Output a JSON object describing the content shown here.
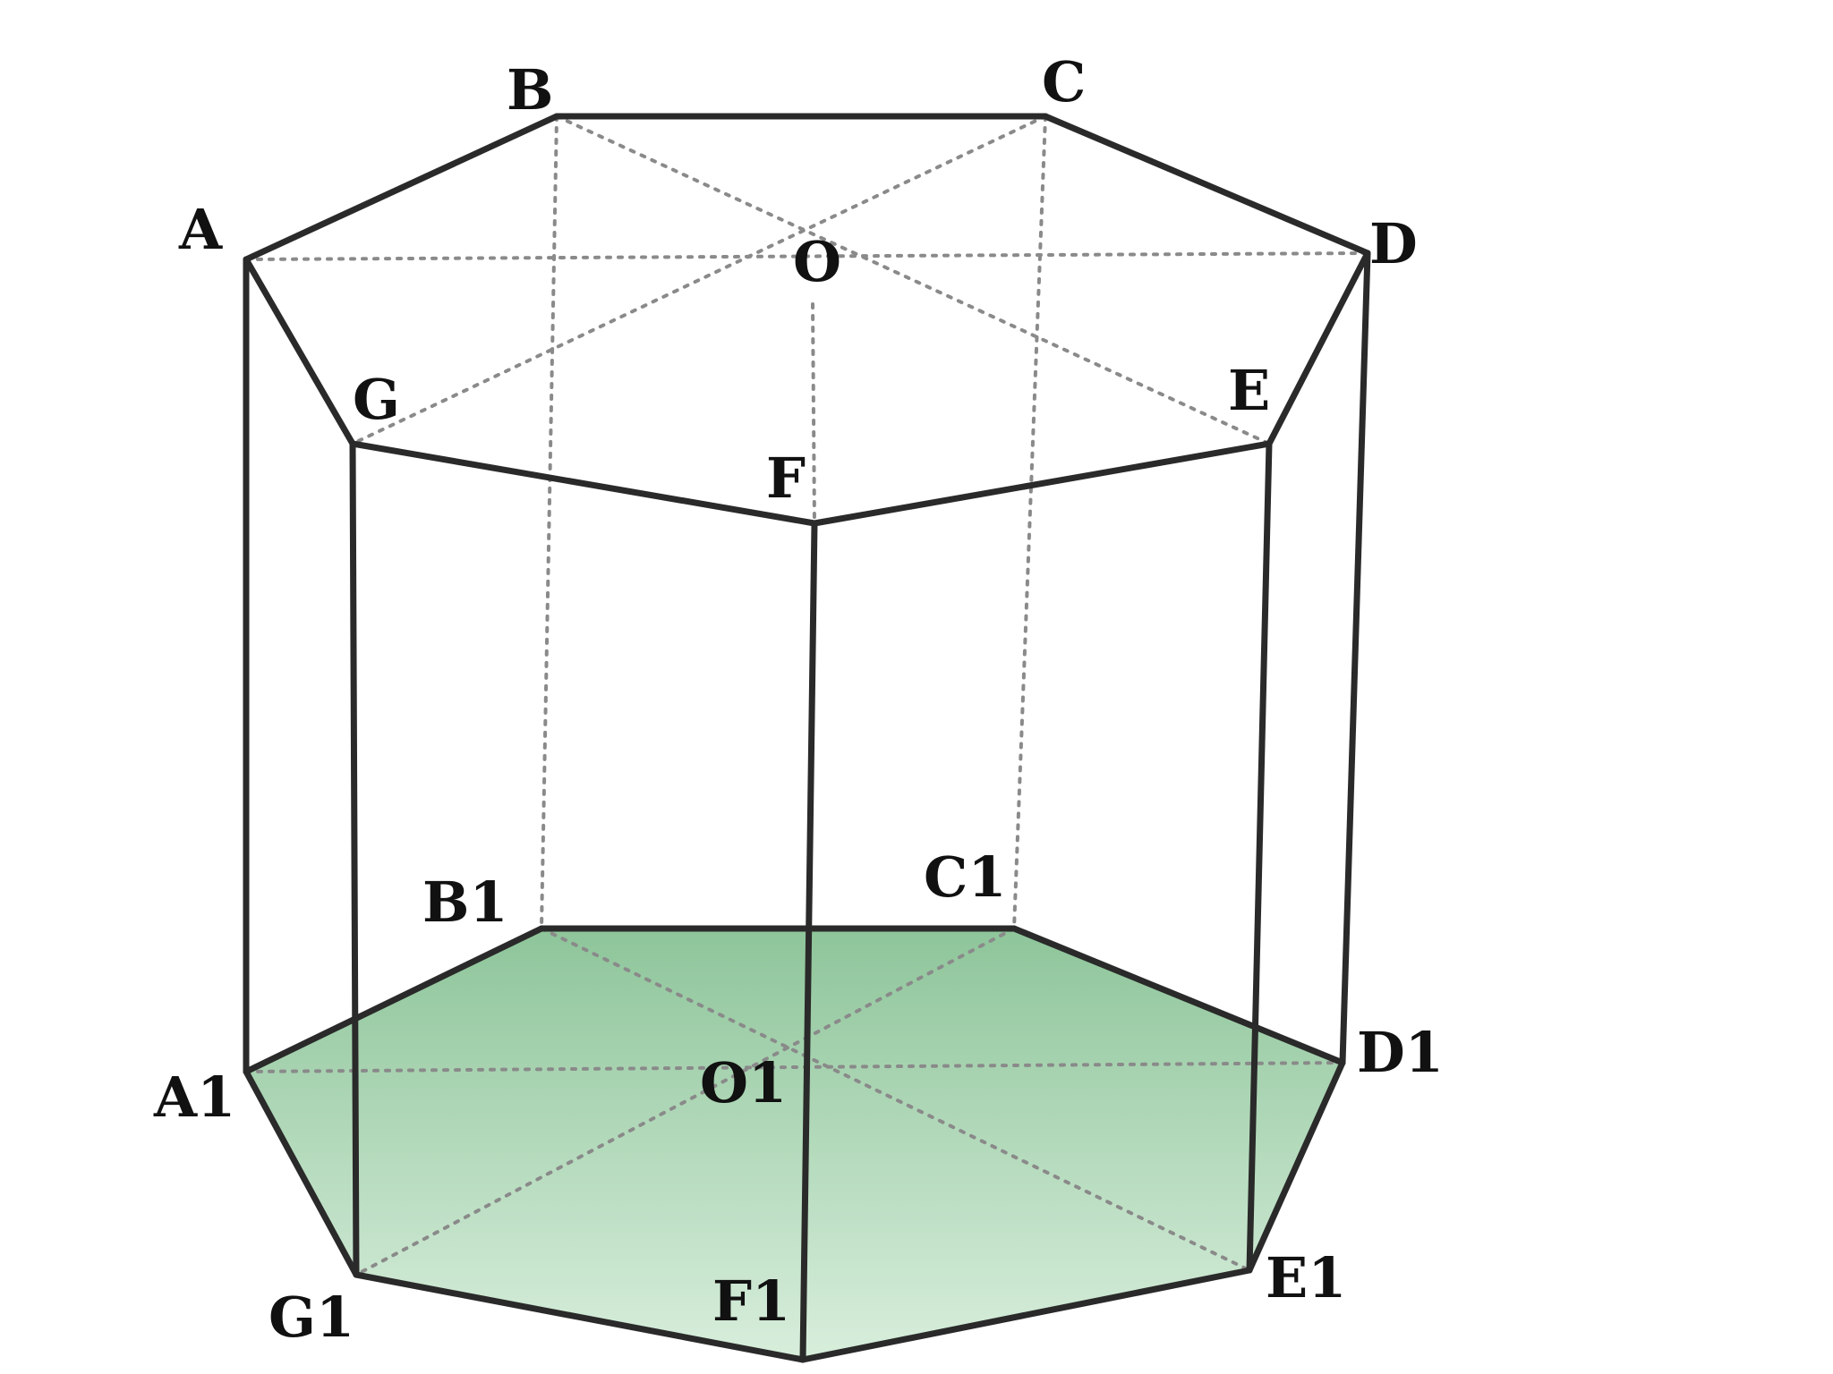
{
  "diagram": {
    "type": "heptagonal-prism",
    "colors": {
      "edge": "#2a2a2a",
      "hidden_edge": "#8a8a8a",
      "base_fill_top": "#8ec59a",
      "base_fill_bottom": "#d8eedc",
      "label": "#111111",
      "background": "#ffffff"
    },
    "labels": {
      "A": "A",
      "B": "B",
      "C": "C",
      "D": "D",
      "E": "E",
      "F": "F",
      "G": "G",
      "O": "O",
      "A1": "A1",
      "B1": "B1",
      "C1": "C1",
      "D1": "D1",
      "E1": "E1",
      "F1": "F1",
      "G1": "G1",
      "O1": "O1"
    },
    "visible_edges": [
      [
        "A",
        "B"
      ],
      [
        "B",
        "C"
      ],
      [
        "C",
        "D"
      ],
      [
        "D",
        "E"
      ],
      [
        "E",
        "F"
      ],
      [
        "F",
        "G"
      ],
      [
        "G",
        "A"
      ],
      [
        "A",
        "A1"
      ],
      [
        "G",
        "G1"
      ],
      [
        "F",
        "F1"
      ],
      [
        "E",
        "E1"
      ],
      [
        "D",
        "D1"
      ],
      [
        "A1",
        "B1"
      ],
      [
        "B1",
        "C1"
      ],
      [
        "C1",
        "D1"
      ],
      [
        "D1",
        "E1"
      ],
      [
        "E1",
        "F1"
      ],
      [
        "F1",
        "G1"
      ],
      [
        "G1",
        "A1"
      ]
    ],
    "hidden_edges": [
      [
        "B",
        "B1"
      ],
      [
        "C",
        "C1"
      ],
      [
        "A",
        "D"
      ],
      [
        "B",
        "E"
      ],
      [
        "C",
        "G"
      ],
      [
        "O",
        "F"
      ],
      [
        "A1",
        "D1"
      ],
      [
        "B1",
        "E1"
      ],
      [
        "C1",
        "G1"
      ],
      [
        "O1",
        "F1"
      ]
    ]
  }
}
